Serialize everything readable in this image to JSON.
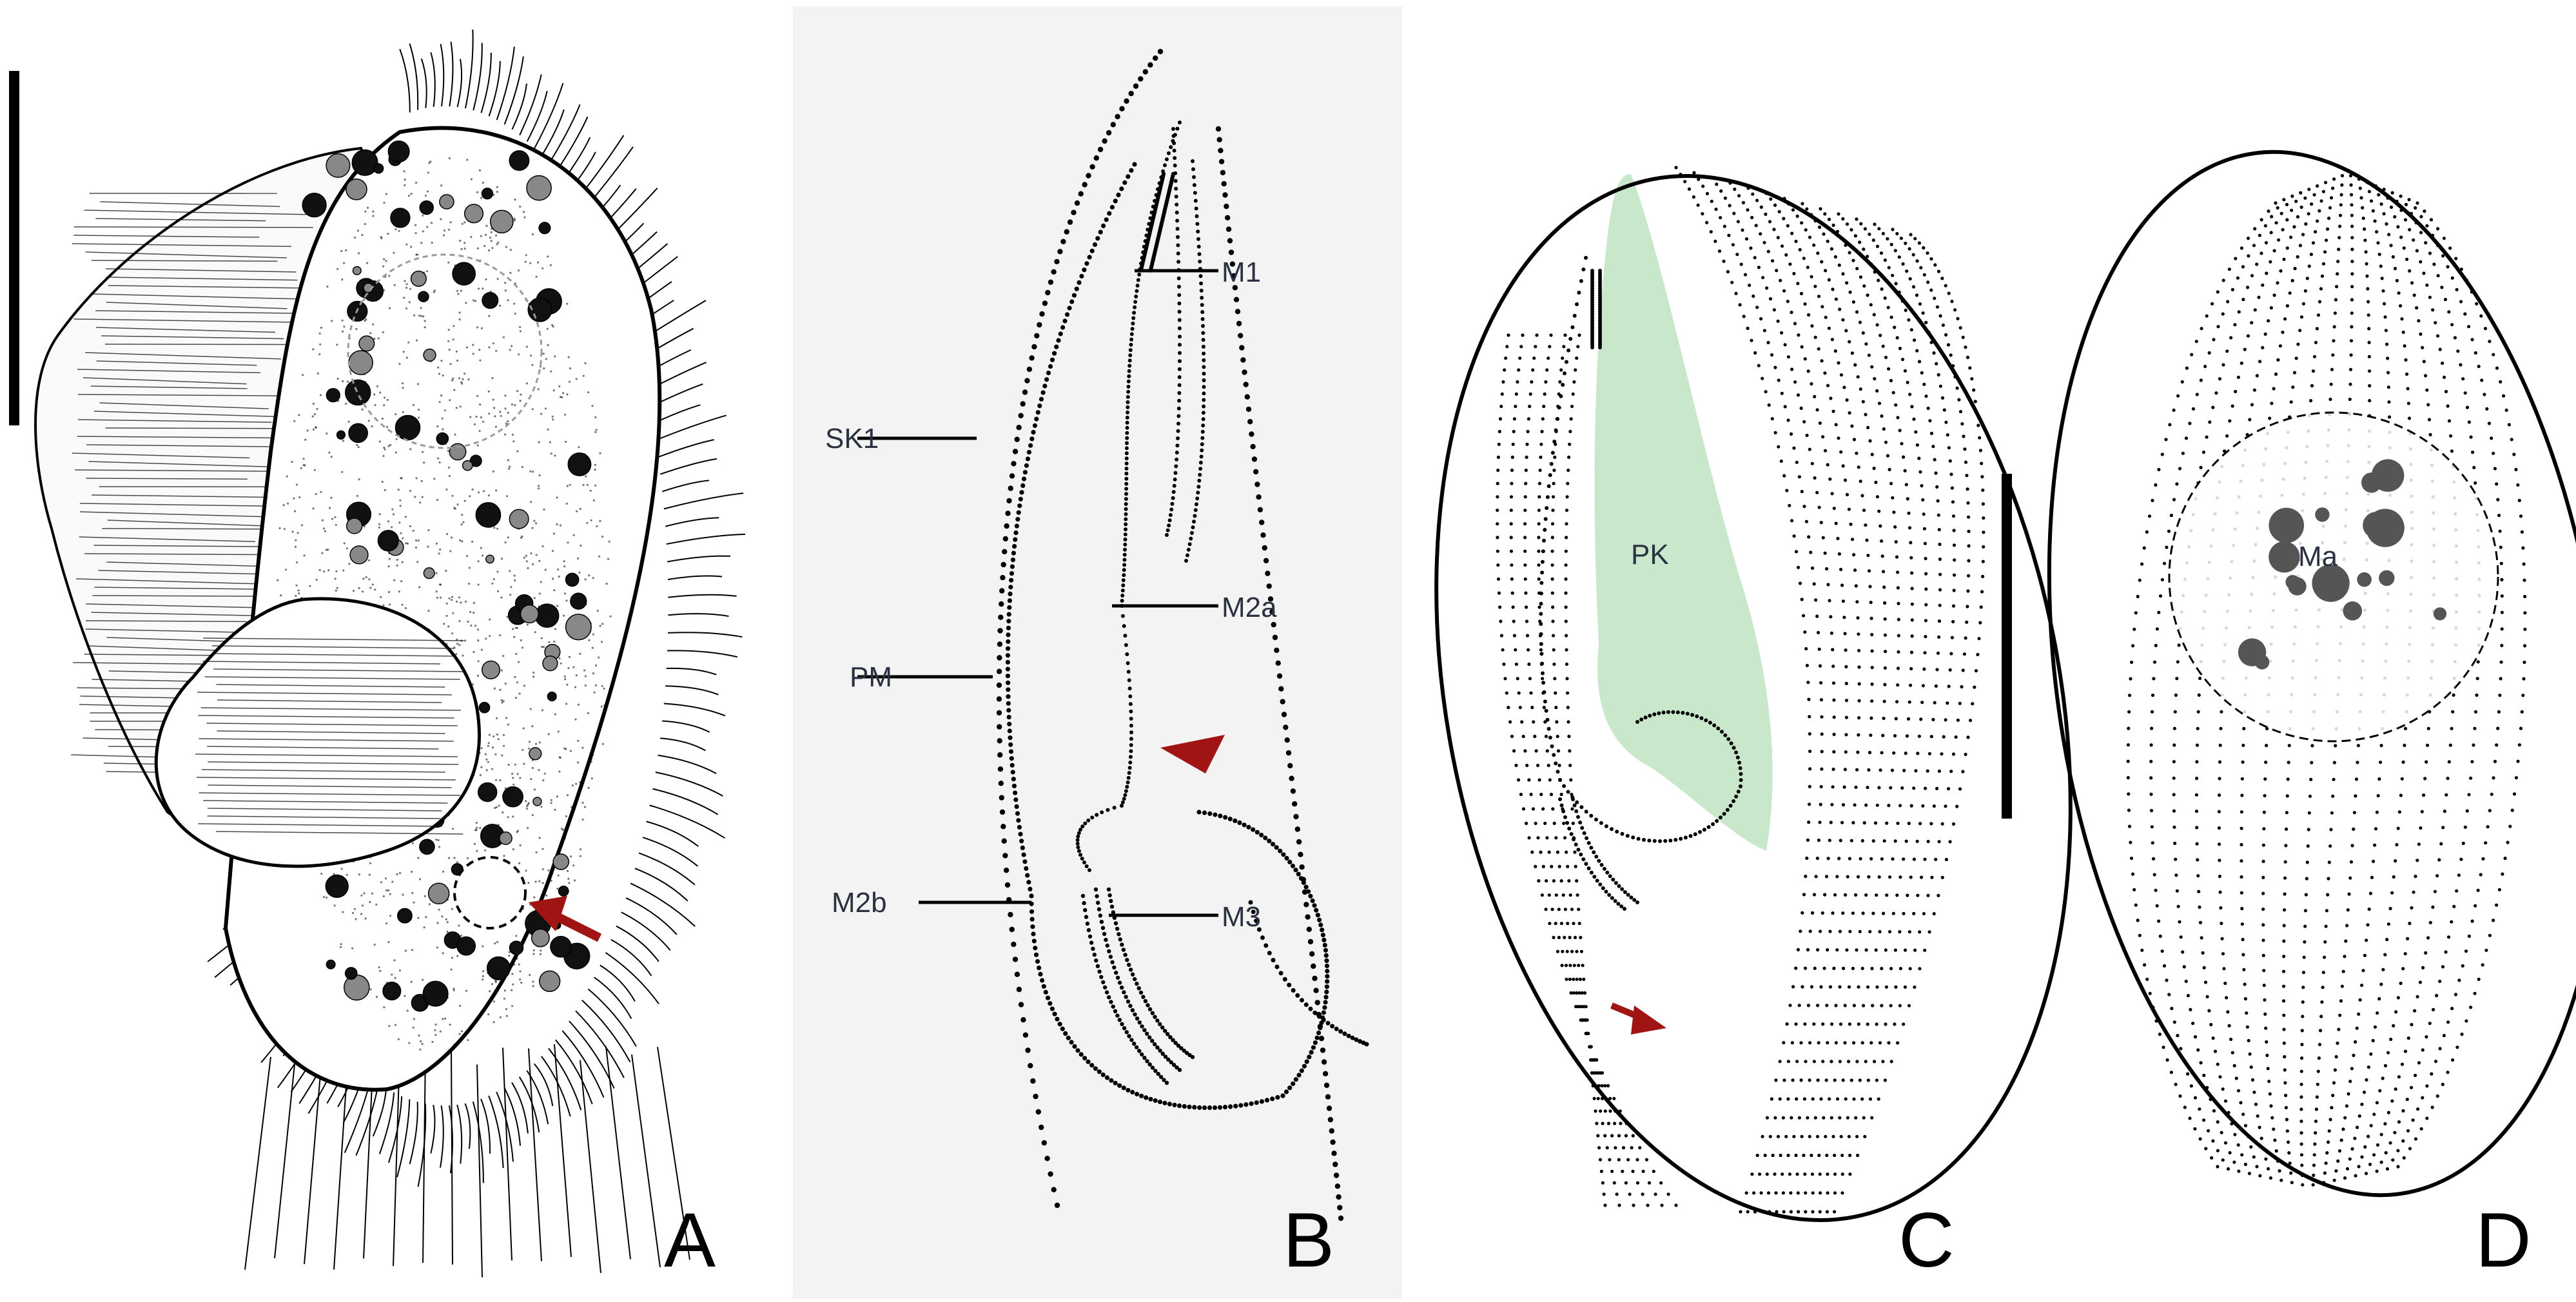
{
  "panels": {
    "A": {
      "letter": "A"
    },
    "B": {
      "letter": "B",
      "labels": [
        "SK1",
        "PM",
        "M1",
        "M2a",
        "M2b",
        "M3"
      ]
    },
    "C": {
      "letter": "C",
      "labels": [
        "PK"
      ]
    },
    "D": {
      "letter": "D",
      "labels": [
        "Ma"
      ]
    }
  },
  "colors": {
    "ink": "#000000",
    "panel_b_background": "#f3f3f3",
    "arrow": "#a01414",
    "pk_region": "#bfe3c2",
    "macronucleus_fragments": "#555555",
    "label_text": "#2a3140"
  }
}
